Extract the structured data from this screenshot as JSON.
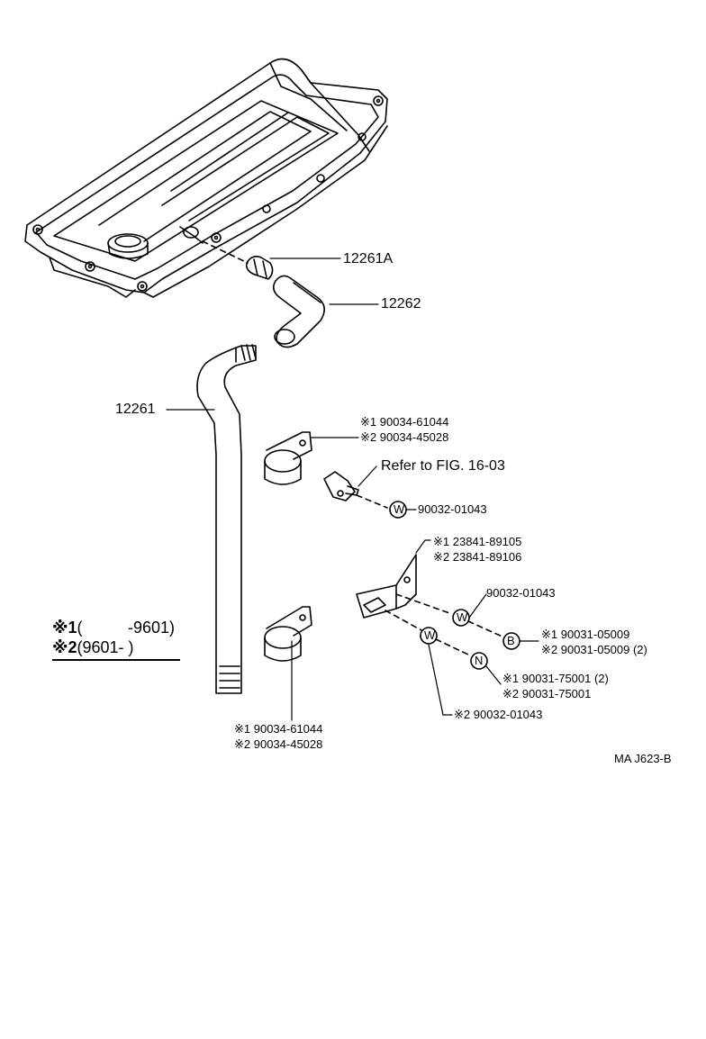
{
  "diagram": {
    "callouts": {
      "vacuum_check_valve": "12261A",
      "hose_elbow": "12262",
      "ventilation_pipe": "12261",
      "clamp_upper_1": "※1 90034-61044",
      "clamp_upper_2": "※2 90034-45028",
      "refer_fig": "Refer to FIG. 16-03",
      "washer_upper": "90032-01043",
      "bracket_1": "※1 23841-89105",
      "bracket_2": "※2 23841-89106",
      "washer_mid": "90032-01043",
      "bolt_1": "※1  90031-05009",
      "bolt_2": "※2  90031-05009 (2)",
      "nut_1": "※1  90031-75001 (2)",
      "nut_2": "※2  90031-75001",
      "washer_lower": "※2 90032-01043",
      "clamp_lower_1": "※1 90034-61044",
      "clamp_lower_2": "※2 90034-45028",
      "figure_code": "MA  J623-B"
    },
    "legend": {
      "row1_mark": "※1",
      "row1_open": "(",
      "row1_range": "-9601)",
      "row2_mark": "※2",
      "row2_range": "(9601-          )"
    },
    "symbols": {
      "washer": "W",
      "bolt": "B",
      "nut": "N"
    }
  }
}
